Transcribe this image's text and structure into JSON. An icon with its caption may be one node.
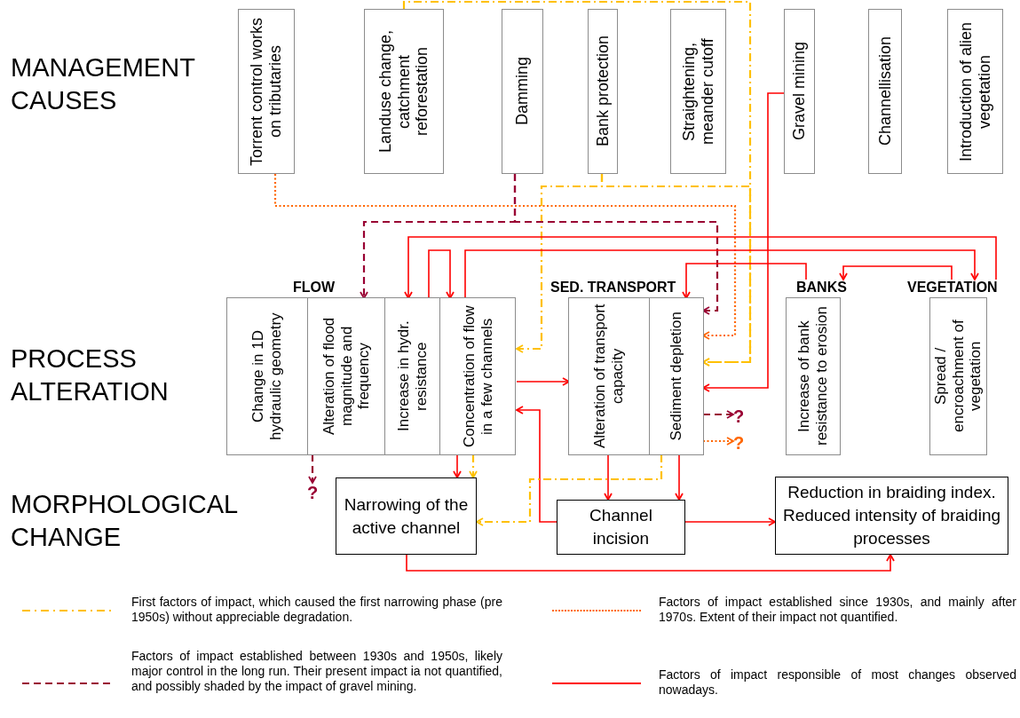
{
  "diagram": {
    "nodes": [
      {
        "text": [
          "Torrent control works on tributaries"
        ]
      },
      {
        "text": [
          "Landuse change, catchment reforestation"
        ]
      },
      {
        "text": [
          "Damming"
        ]
      },
      {
        "text": [
          "Bank protection"
        ]
      },
      {
        "text": [
          "Straightening, meander cutoff"
        ]
      },
      {
        "text": [
          "Gravel mining"
        ]
      },
      {
        "text": [
          "Channellisation"
        ]
      },
      {
        "text": [
          "Introduction of alien vegetation"
        ]
      },
      {
        "text": [
          "FLOW"
        ]
      },
      {
        "text": [
          "Change in 1D hydraulic geometry"
        ],
        "in": 8
      },
      {
        "text": [
          "Alteration of flood magnitude and frequency"
        ],
        "in": 8
      },
      {
        "text": [
          "Increase in hydr. resistance"
        ],
        "in": 8
      },
      {
        "text": [
          "Concentration of flow in a few channels"
        ],
        "in": 8
      },
      {
        "text": [
          "SED. TRANSPORT"
        ]
      },
      {
        "text": [
          "Alteration of transport capacity"
        ],
        "in": 13
      },
      {
        "text": [
          "Sediment depletion"
        ],
        "in": 13
      },
      {
        "text": [
          "BANKS",
          "Increase of bank resistance to erosion"
        ]
      },
      {
        "text": [
          "VEGETATION",
          "Spread / encroachment of vegetation"
        ]
      },
      {
        "text": [
          "Narrowing of the active channel"
        ]
      },
      {
        "text": [
          "Channel incision"
        ]
      },
      {
        "text": [
          "Reduction in braiding index. Reduced intensity of braiding processes"
        ]
      },
      {
        "text": [
          "?"
        ]
      },
      {
        "text": [
          "?"
        ]
      },
      {
        "text": [
          "?"
        ]
      }
    ],
    "edges": [
      {
        "from": 1,
        "to": 15,
        "arrow": "to",
        "style": "dashed",
        "color": "#ffc000"
      },
      {
        "from": 3,
        "to": 12,
        "arrow": "to",
        "style": "dashed",
        "color": "#ffc000"
      },
      {
        "from": 3,
        "to": 15,
        "arrow": "to",
        "style": "dashed",
        "color": "#ffc000"
      },
      {
        "from": 0,
        "to": 15,
        "arrow": "to",
        "style": "dashed",
        "color": "#ff6600"
      },
      {
        "from": 2,
        "to": 10,
        "arrow": "to",
        "style": "dashed",
        "color": "#990033"
      },
      {
        "from": 2,
        "to": 15,
        "arrow": "to",
        "style": "dashed",
        "color": "#990033"
      },
      {
        "from": 5,
        "to": 15,
        "arrow": "to"
      },
      {
        "from": 17,
        "to": 11,
        "arrow": "to"
      },
      {
        "from": 11,
        "to": 12,
        "arrow": "to"
      },
      {
        "from": 12,
        "to": 17,
        "arrow": "to"
      },
      {
        "from": 16,
        "to": 15,
        "arrow": "to"
      },
      {
        "from": 17,
        "to": 16,
        "arrow": "to"
      },
      {
        "from": 12,
        "to": 14,
        "arrow": "to"
      },
      {
        "from": 19,
        "to": 12,
        "arrow": "to"
      },
      {
        "from": 12,
        "to": 18,
        "arrow": "to"
      },
      {
        "from": 12,
        "to": 18,
        "arrow": "to",
        "style": "dashed",
        "color": "#ffc000"
      },
      {
        "from": 10,
        "to": 21,
        "arrow": "to",
        "style": "dashed",
        "color": "#990033"
      },
      {
        "from": 15,
        "to": 22,
        "arrow": "to",
        "style": "dashed",
        "color": "#990033"
      },
      {
        "from": 15,
        "to": 23,
        "arrow": "to",
        "style": "dashed",
        "color": "#ff6600"
      },
      {
        "from": 14,
        "to": 19,
        "arrow": "to"
      },
      {
        "from": 15,
        "to": 19,
        "arrow": "to"
      },
      {
        "from": 15,
        "to": 18,
        "arrow": "to",
        "style": "dashed",
        "color": "#ffc000"
      },
      {
        "from": 19,
        "to": 20,
        "arrow": "to"
      },
      {
        "from": 18,
        "to": 20,
        "arrow": "to"
      }
    ],
    "labels": [
      "MANAGEMENT CAUSES",
      "PROCESS ALTERATION",
      "MORPHOLOGICAL CHANGE"
    ],
    "legend": [
      {
        "text": "First factors of impact, which caused the first narrowing phase (pre 1950s) without appreciable degradation."
      },
      {
        "text": "Factors of impact established between 1930s and 1950s, likely major control in the long run. Their present impact ia not quantified, and possibly shaded by the impact of gravel mining."
      },
      {
        "text": "Factors of impact established since 1930s, and mainly after 1970s. Extent of their impact not quantified."
      },
      {
        "text": "Factors of impact responsible of most changes observed nowadays."
      }
    ]
  }
}
